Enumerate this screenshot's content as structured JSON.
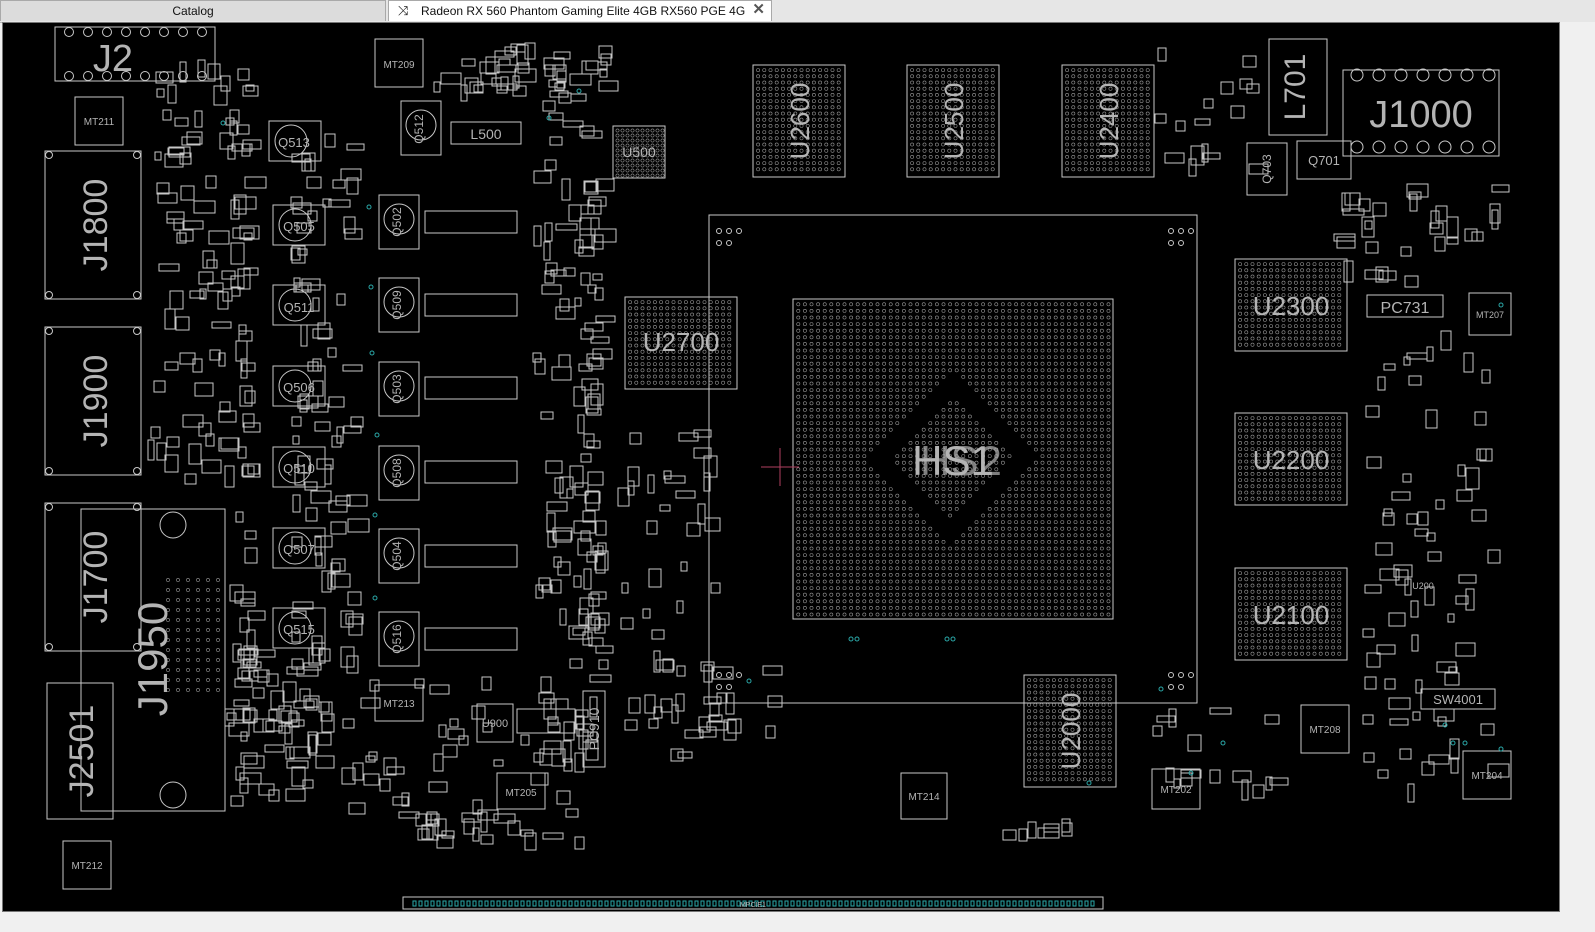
{
  "tabs": {
    "catalog": "Catalog",
    "board": "Radeon RX 560 Phantom Gaming Elite 4GB RX560 PGE 4G"
  },
  "colors": {
    "background": "#000000",
    "outline": "#c8c8c8",
    "label": "#b4b4b4",
    "via": "#2aa7a7",
    "cursor": "#b04060"
  },
  "icons": {
    "tab_board": "shuffle-icon",
    "tab_close": "close-icon"
  },
  "components": {
    "j2": "J2",
    "j1000": "J1000",
    "j1800": "J1800",
    "j1900": "J1900",
    "j1700": "J1700",
    "j1950": "J1950",
    "j2501": "J2501",
    "u2600": "U2600",
    "u2500": "U2500",
    "u2400": "U2400",
    "u2300": "U2300",
    "u2200": "U2200",
    "u2100": "U2100",
    "u2700": "U2700",
    "u2000": "U2000",
    "u500": "U500",
    "u900": "U900",
    "u200": "U200",
    "hs1": "HS1",
    "hs2": "HS2",
    "l701": "L701",
    "l500": "L500",
    "q513": "Q513",
    "q505": "Q505",
    "q511": "Q511",
    "q506": "Q506",
    "q510": "Q510",
    "q507": "Q507",
    "q515": "Q515",
    "q512": "Q512",
    "q502": "Q502",
    "q509": "Q509",
    "q503": "Q503",
    "q508": "Q508",
    "q504": "Q504",
    "q516": "Q516",
    "q703": "Q703",
    "q701": "Q701",
    "mt209": "MT209",
    "mt211": "MT211",
    "mt207": "MT207",
    "mt213": "MT213",
    "mt205": "MT205",
    "mt214": "MT214",
    "mt202": "MT202",
    "mt208": "MT208",
    "mt204": "MT204",
    "mt212": "MT212",
    "sw4001": "SW4001",
    "pc731": "PC731",
    "pc910": "PC910",
    "mpcie1": "MPCIE1"
  }
}
